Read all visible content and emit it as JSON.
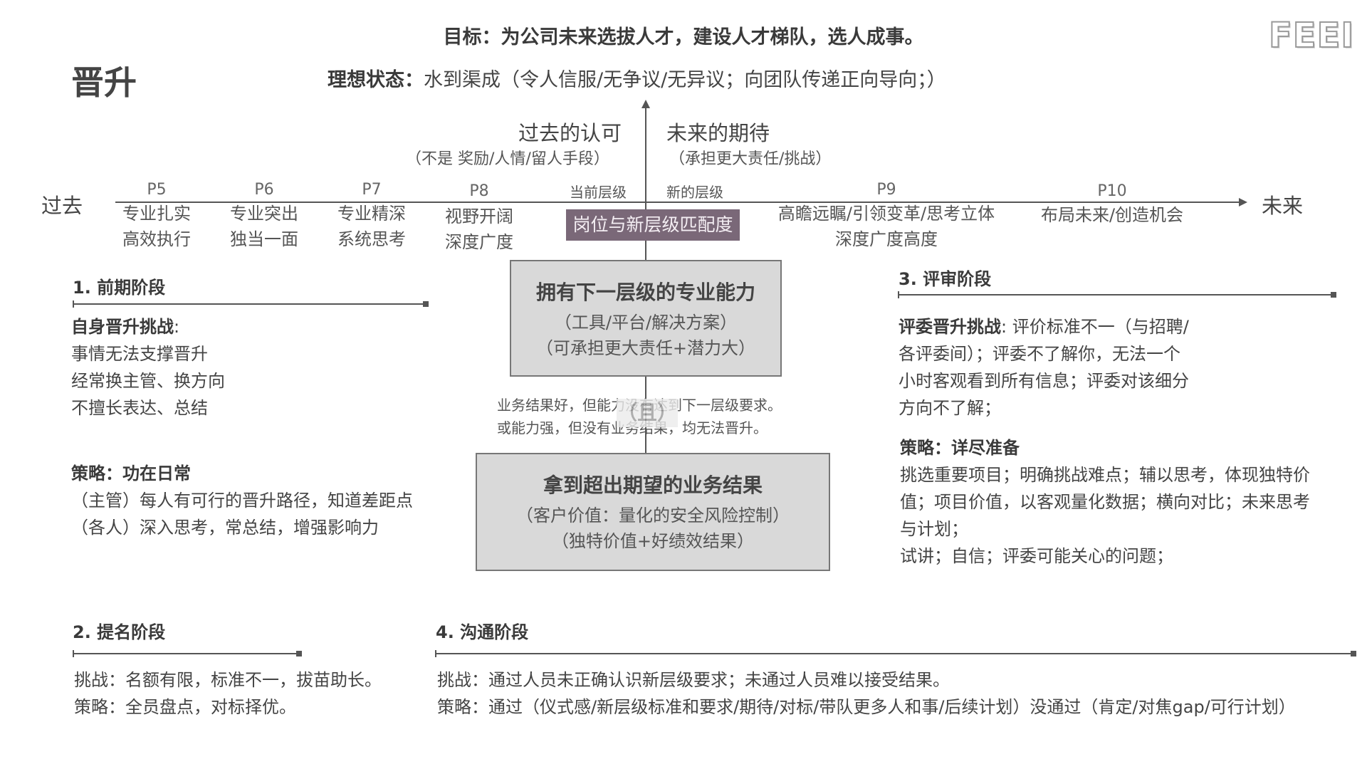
{
  "header": {
    "title": "晋升",
    "goal": "目标：为公司未来选拔人才，建设人才梯队，选人成事。",
    "ideal_label": "理想状态：",
    "ideal_text": "水到渠成（令人信服/无争议/无异议；向团队传递正向导向；）",
    "logo": "FEEI"
  },
  "axis": {
    "left_label": "过去",
    "right_label": "未来",
    "past_recognition": "过去的认可",
    "past_note": "（不是 奖励/人情/留人手段）",
    "future_expectation": "未来的期待",
    "future_note": "（承担更大责任/挑战）",
    "current_level": "当前层级",
    "new_level": "新的层级",
    "match_label": "岗位与新层级匹配度"
  },
  "levels": [
    {
      "name": "P5",
      "line1": "专业扎实",
      "line2": "高效执行"
    },
    {
      "name": "P6",
      "line1": "专业突出",
      "line2": "独当一面"
    },
    {
      "name": "P7",
      "line1": "专业精深",
      "line2": "系统思考"
    },
    {
      "name": "P8",
      "line1": "视野开阔",
      "line2": "深度广度"
    },
    {
      "name": "P9",
      "line1": "高瞻远瞩/引领变革/思考立体",
      "line2": "深度广度高度"
    },
    {
      "name": "P10",
      "line1": "布局未来/创造机会",
      "line2": ""
    }
  ],
  "center": {
    "top_box": {
      "title": "拥有下一层级的专业能力",
      "sub1": "（工具/平台/解决方案）",
      "sub2": "（可承担更大责任+潜力大）"
    },
    "note1": "业务结果好，但能力没有达到下一层级要求。",
    "note2": "或能力强，但没有业务结果，均无法晋升。",
    "and_mark": "（且）",
    "bottom_box": {
      "title": "拿到超出期望的业务结果",
      "sub1": "（客户价值：量化的安全风险控制）",
      "sub2": "（独特价值+好绩效结果）"
    }
  },
  "stage1": {
    "title": "1. 前期阶段",
    "challenge_label": "自身晋升挑战",
    "challenge_colon": ":",
    "items": [
      "事情无法支撑晋升",
      "经常换主管、换方向",
      "不擅长表达、总结"
    ],
    "strategy": "策略：功在日常",
    "strategy_items": [
      "（主管）每人有可行的晋升路径，知道差距点",
      "（各人）深入思考，常总结，增强影响力"
    ]
  },
  "stage2": {
    "title": "2. 提名阶段",
    "challenge": "挑战：名额有限，标准不一，拔苗助长。",
    "strategy": "策略：全员盘点，对标择优。"
  },
  "stage3": {
    "title": "3. 评审阶段",
    "challenge_label": "评委晋升挑战",
    "challenge_lines": [
      ":  评价标准不一（与招聘/",
      "各评委间）；评委不了解你，无法一个",
      "小时客观看到所有信息；评委对该细分",
      "方向不了解；"
    ],
    "strategy": "策略：详尽准备",
    "strategy_lines": [
      "挑选重要项目；明确挑战难点；辅以思考，体现独特价",
      "值；项目价值，以客观量化数据；横向对比；未来思考",
      "与计划；",
      "试讲；自信；评委可能关心的问题；"
    ]
  },
  "stage4": {
    "title": "4. 沟通阶段",
    "challenge": "挑战：通过人员未正确认识新层级要求；未通过人员难以接受结果。",
    "strategy": "策略：通过（仪式感/新层级标准和要求/期待/对标/带队更多人和事/后续计划）没通过（肯定/对焦gap/可行计划）"
  }
}
